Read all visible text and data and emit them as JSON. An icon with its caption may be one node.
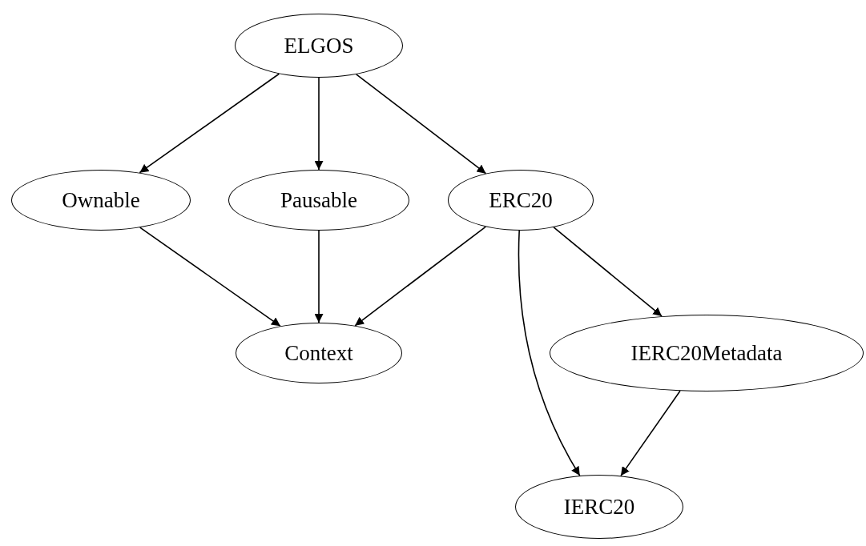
{
  "diagram": {
    "nodes": [
      {
        "text": [
          "ELGOS"
        ]
      },
      {
        "text": [
          "Ownable"
        ]
      },
      {
        "text": [
          "Pausable"
        ]
      },
      {
        "text": [
          "ERC20"
        ]
      },
      {
        "text": [
          "Context"
        ]
      },
      {
        "text": [
          "IERC20Metadata"
        ]
      },
      {
        "text": [
          "IERC20"
        ]
      }
    ],
    "edges": [
      {
        "from": 0,
        "to": 1,
        "arrow": "to"
      },
      {
        "from": 0,
        "to": 2,
        "arrow": "to"
      },
      {
        "from": 0,
        "to": 3,
        "arrow": "to"
      },
      {
        "from": 1,
        "to": 4,
        "arrow": "to"
      },
      {
        "from": 2,
        "to": 4,
        "arrow": "to"
      },
      {
        "from": 3,
        "to": 4,
        "arrow": "to"
      },
      {
        "from": 3,
        "to": 6,
        "arrow": "to"
      },
      {
        "from": 3,
        "to": 5,
        "arrow": "to"
      },
      {
        "from": 5,
        "to": 6,
        "arrow": "to"
      }
    ]
  }
}
